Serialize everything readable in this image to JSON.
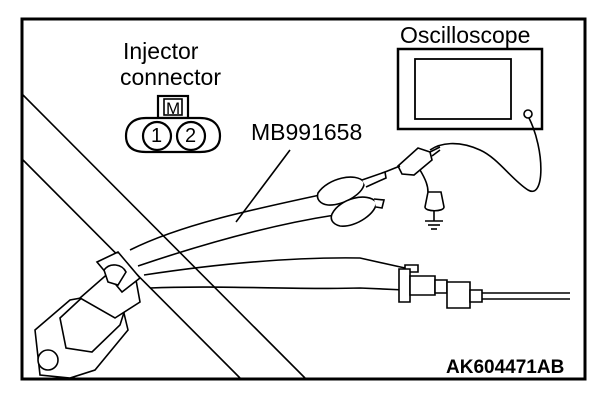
{
  "labels": {
    "oscilloscope": "Oscilloscope",
    "injector_line1": "Injector",
    "injector_line2": "connector",
    "tool": "MB991658",
    "figure_code": "AK604471AB"
  },
  "connector_pins": {
    "marker": "M",
    "pin1": "1",
    "pin2": "2"
  },
  "colors": {
    "line": "#000000",
    "background": "#ffffff"
  }
}
